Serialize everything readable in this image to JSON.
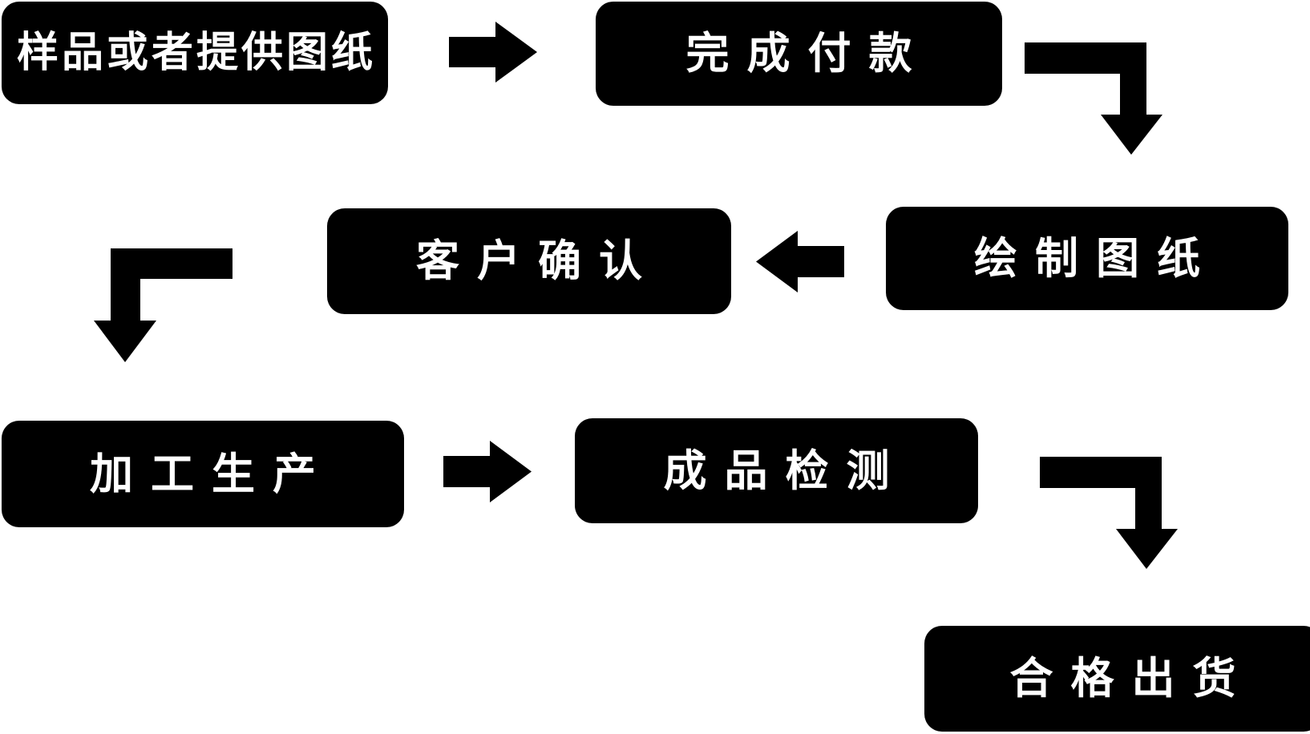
{
  "diagram": {
    "type": "flowchart",
    "background_color": "#ffffff",
    "node_fill_color": "#000000",
    "node_text_color": "#ffffff",
    "arrow_color": "#000000",
    "nodes": [
      {
        "id": "step-1",
        "label": "样品或者提供图纸"
      },
      {
        "id": "step-2",
        "label": "完成付款"
      },
      {
        "id": "step-3",
        "label": "绘制图纸"
      },
      {
        "id": "step-4",
        "label": "客户确认"
      },
      {
        "id": "step-5",
        "label": "加工生产"
      },
      {
        "id": "step-6",
        "label": "成品检测"
      },
      {
        "id": "step-7",
        "label": "合格出货"
      }
    ],
    "edges": [
      {
        "from": "样品或者提供图纸",
        "to": "完成付款",
        "shape": "straight-right"
      },
      {
        "from": "完成付款",
        "to": "绘制图纸",
        "shape": "elbow-right-then-down"
      },
      {
        "from": "绘制图纸",
        "to": "客户确认",
        "shape": "straight-left"
      },
      {
        "from": "客户确认",
        "to": "加工生产",
        "shape": "elbow-left-then-down"
      },
      {
        "from": "加工生产",
        "to": "成品检测",
        "shape": "straight-right"
      },
      {
        "from": "成品检测",
        "to": "合格出货",
        "shape": "elbow-right-then-down"
      }
    ]
  }
}
